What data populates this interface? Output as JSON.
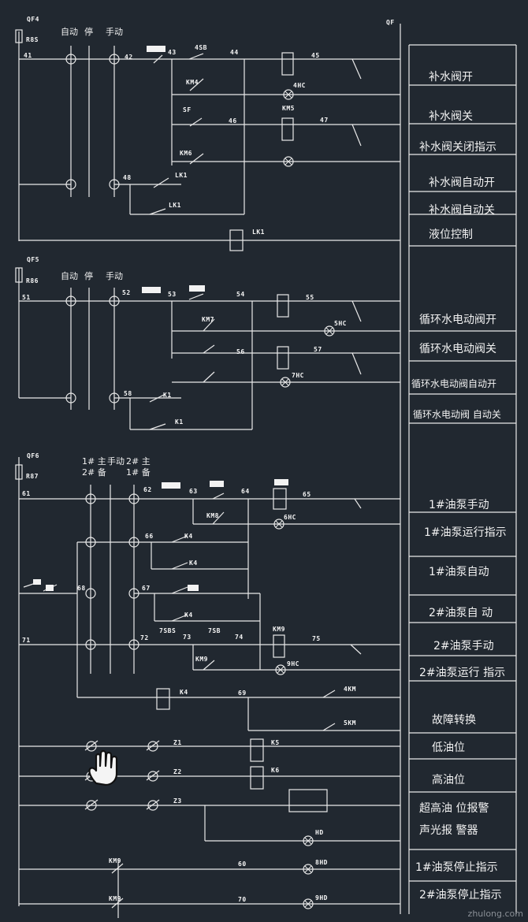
{
  "sections": [
    {
      "breaker": "QF4",
      "breaker_sub": "R8S",
      "header": {
        "auto": "自动",
        "stop": "停",
        "manual": "手动"
      },
      "labels": [
        "补水阀开",
        "补水阀关",
        "补水阀关闭指示",
        "补水阀自动开",
        "补水阀自动关",
        "液位控制"
      ]
    },
    {
      "breaker": "QF5",
      "breaker_sub": "R86",
      "header": {
        "auto": "自动",
        "stop": "停",
        "manual": "手动"
      },
      "labels": [
        "循环水电动阀开",
        "循环水电动阀关",
        "循环水电动阀自动开",
        "循环水电动阀 自动关"
      ]
    },
    {
      "breaker": "QF6",
      "breaker_sub": "R87",
      "header": {
        "left_top": "1# 主",
        "left_bottom": "2# 备",
        "mid": "手动",
        "right_top": "2# 主",
        "right_bottom": "1# 备"
      },
      "labels": [
        "1#油泵手动",
        "1#油泵运行指示",
        "1#油泵自动",
        "2#油泵自 动",
        "2#油泵手动",
        "2#油泵运行 指示",
        "故障转换",
        "低油位",
        "高油位",
        "超高油 位报警",
        "声光报 警器",
        "1#油泵停止指示",
        "2#油泵停止指示"
      ]
    }
  ],
  "wire_tags": [
    "41",
    "42",
    "43",
    "44",
    "45",
    "46",
    "47",
    "48",
    "4SB",
    "KM4",
    "SF",
    "KM5",
    "4HC",
    "KM6",
    "LK1",
    "51",
    "52",
    "53",
    "54",
    "55",
    "56",
    "57",
    "58",
    "KM7",
    "5HC",
    "7HC",
    "K1",
    "61",
    "62",
    "63",
    "64",
    "65",
    "66",
    "67",
    "68",
    "KM8",
    "6HC",
    "K4",
    "71",
    "72",
    "73",
    "74",
    "75",
    "7SBS",
    "7SB",
    "KM9",
    "9HC",
    "69",
    "K5",
    "K6",
    "Z1",
    "Z2",
    "Z3",
    "HD",
    "60",
    "70",
    "8HD",
    "9HD",
    "4KM",
    "5KM",
    "QF"
  ],
  "watermark": "zhulong.com"
}
